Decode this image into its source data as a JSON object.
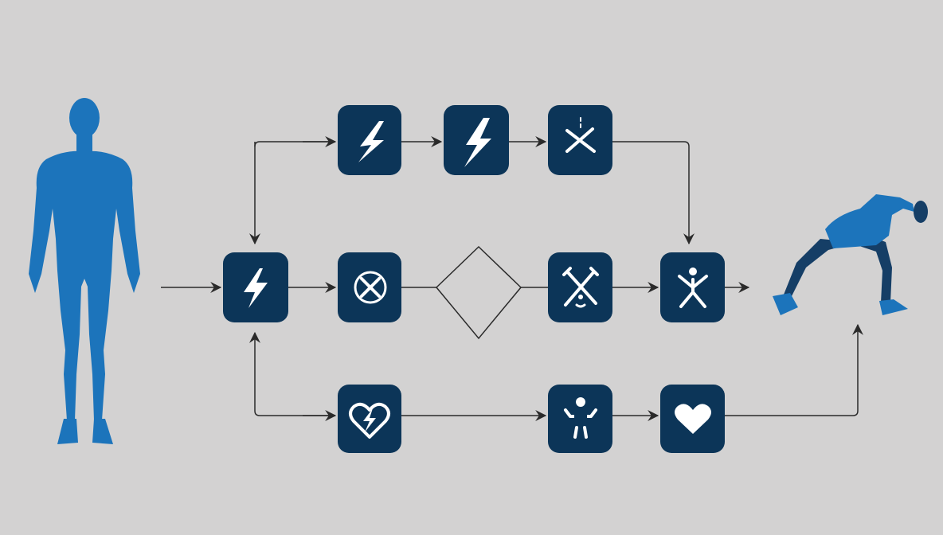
{
  "colors": {
    "background": "#d3d2d2",
    "node": "#0c3558",
    "figure": "#1c74bb",
    "figure_dark": "#153e66",
    "connector": "#2a2a2a"
  },
  "start_figure": {
    "icon": "standing-human-body-icon"
  },
  "end_figure": {
    "icon": "stretching-person-icon"
  },
  "nodes": [
    {
      "id": "hub",
      "icon": "lightning-bolt-icon"
    },
    {
      "id": "top-1",
      "icon": "lightning-bolt-icon"
    },
    {
      "id": "top-2",
      "icon": "lightning-bolt-icon"
    },
    {
      "id": "top-3",
      "icon": "crossed-bones-icon"
    },
    {
      "id": "mid-1",
      "icon": "circle-x-icon"
    },
    {
      "id": "mid-decision",
      "icon": "decision-diamond"
    },
    {
      "id": "mid-3",
      "icon": "crossed-bones-icon"
    },
    {
      "id": "mid-4",
      "icon": "person-jumping-icon"
    },
    {
      "id": "bottom-1",
      "icon": "broken-heart-lightning-icon"
    },
    {
      "id": "bottom-2",
      "icon": "person-flexing-icon"
    },
    {
      "id": "bottom-3",
      "icon": "heart-icon"
    }
  ]
}
